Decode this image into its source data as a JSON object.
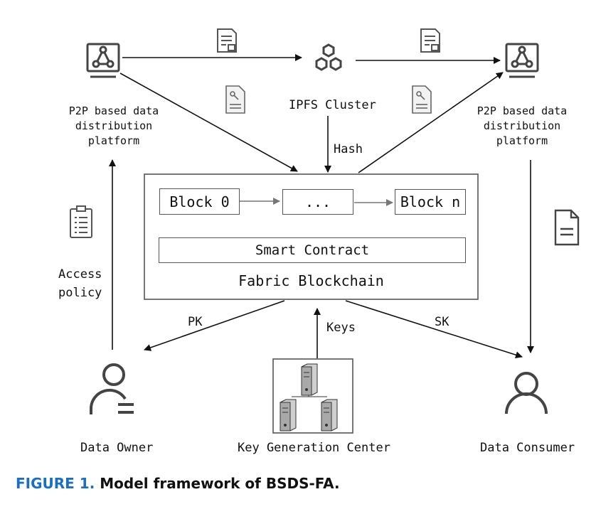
{
  "nodes": {
    "left_platform": [
      "P2P based data",
      "distribution",
      "platform"
    ],
    "right_platform": [
      "P2P based data",
      "distribution",
      "platform"
    ],
    "ipfs": "IPFS Cluster",
    "blockchain": {
      "block_first": "Block 0",
      "block_middle": "...",
      "block_last": "Block n",
      "smart_contract": "Smart Contract",
      "title": "Fabric Blockchain"
    },
    "data_owner": "Data Owner",
    "key_center": "Key Generation Center",
    "data_consumer": "Data Consumer"
  },
  "edges": {
    "hash": "Hash",
    "access_policy": [
      "Access",
      "policy"
    ],
    "pk": "PK",
    "keys": "Keys",
    "sk": "SK"
  },
  "caption": {
    "number": "FIGURE 1.",
    "text": "Model framework of BSDS-FA."
  },
  "icons": [
    "monitor-icon",
    "hexagon-cluster-icon",
    "encrypted-document-icon",
    "key-document-icon",
    "clipboard-icon",
    "document-icon",
    "user-owner-icon",
    "user-consumer-icon",
    "server-icon"
  ]
}
